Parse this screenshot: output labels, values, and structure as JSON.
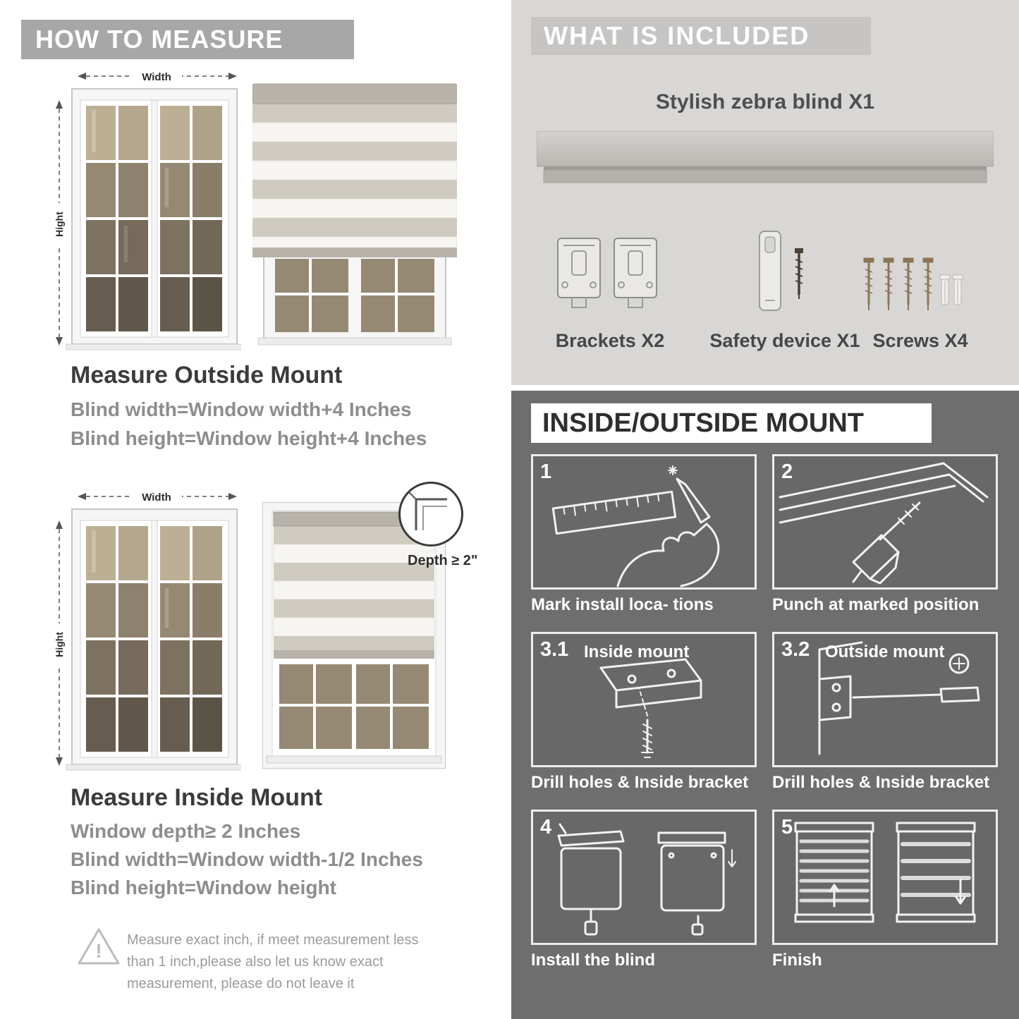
{
  "palette": {
    "banner_gray": "#a7a7a7",
    "panel_light": "#d8d7d5",
    "panel_dark": "#6e6e6e",
    "stripe_solid": "#d0cbc0",
    "stripe_sheer": "#f7f5f1",
    "text_dark": "#3b3b3b",
    "text_gray": "#8d8d8d"
  },
  "left": {
    "banner": "HOW TO MEASURE",
    "window": {
      "width_label": "Width",
      "height_label": "Hight"
    },
    "outside": {
      "title": "Measure Outside Mount",
      "line1": "Blind width=Window width+4 Inches",
      "line2": "Blind height=Window height+4 Inches"
    },
    "inside": {
      "title": "Measure Inside Mount",
      "depth_label": "Depth ≥ 2\"",
      "line1": "Window depth≥ 2 Inches",
      "line2": "Blind width=Window width-1/2 Inches",
      "line3": "Blind height=Window height"
    },
    "warning": "Measure exact inch, if meet measurement less than 1 inch,please also let us know exact measurement, please do not leave it"
  },
  "right": {
    "included": {
      "header": "WHAT IS INCLUDED",
      "product": "Stylish zebra blind X1",
      "items": [
        {
          "label": "Brackets X2"
        },
        {
          "label": "Safety device X1"
        },
        {
          "label": "Screws X4"
        }
      ]
    },
    "mount": {
      "header": "INSIDE/OUTSIDE MOUNT",
      "steps": [
        {
          "num": "1",
          "caption": "Mark install loca- tions"
        },
        {
          "num": "2",
          "caption": "Punch at  marked position"
        },
        {
          "num": "3.1",
          "title": "Inside mount",
          "caption": "Drill holes &  Inside bracket"
        },
        {
          "num": "3.2",
          "title": "Outside mount",
          "caption": "Drill holes &  Inside bracket"
        },
        {
          "num": "4",
          "caption": "Install the blind"
        },
        {
          "num": "5",
          "caption": "Finish"
        }
      ]
    }
  }
}
